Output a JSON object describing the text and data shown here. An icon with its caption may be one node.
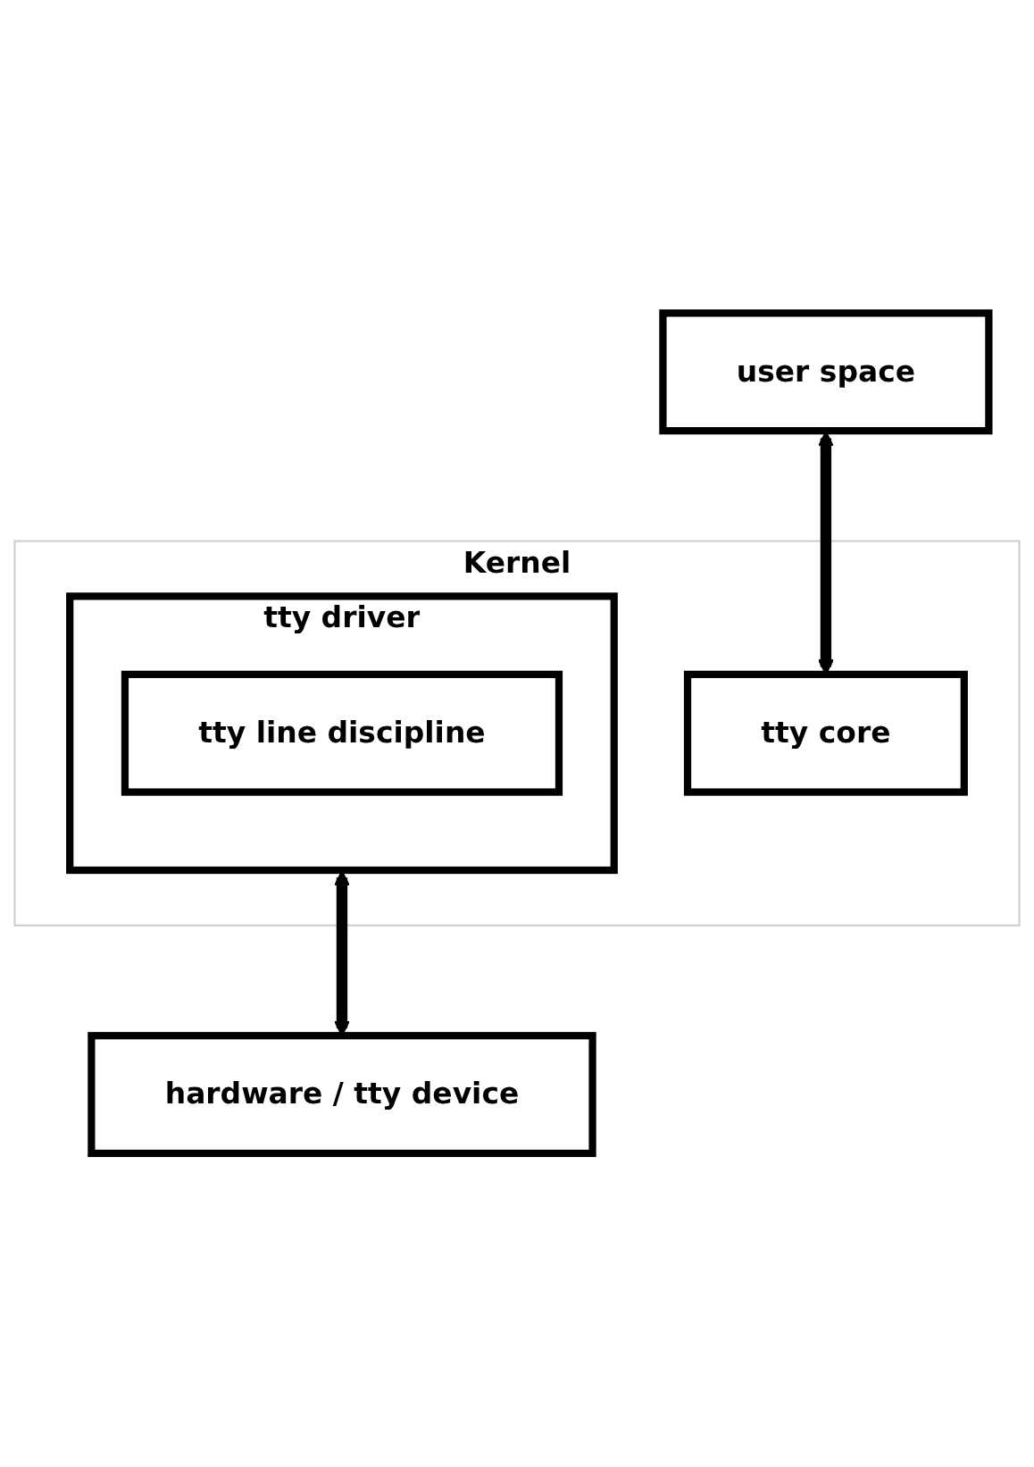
{
  "diagram": {
    "nodes": [
      {
        "text": [
          "user space"
        ]
      },
      {
        "text": [
          "Kernel"
        ]
      },
      {
        "text": [
          "tty core"
        ],
        "in": 1
      },
      {
        "text": [
          "tty driver"
        ],
        "in": 1
      },
      {
        "text": [
          "tty line discipline"
        ],
        "in": 3
      },
      {
        "text": [
          "hardware / tty device"
        ]
      }
    ],
    "edges": [
      {
        "from": 0,
        "to": 2,
        "arrow": "both"
      },
      {
        "from": 3,
        "to": 5,
        "arrow": "both"
      }
    ]
  }
}
